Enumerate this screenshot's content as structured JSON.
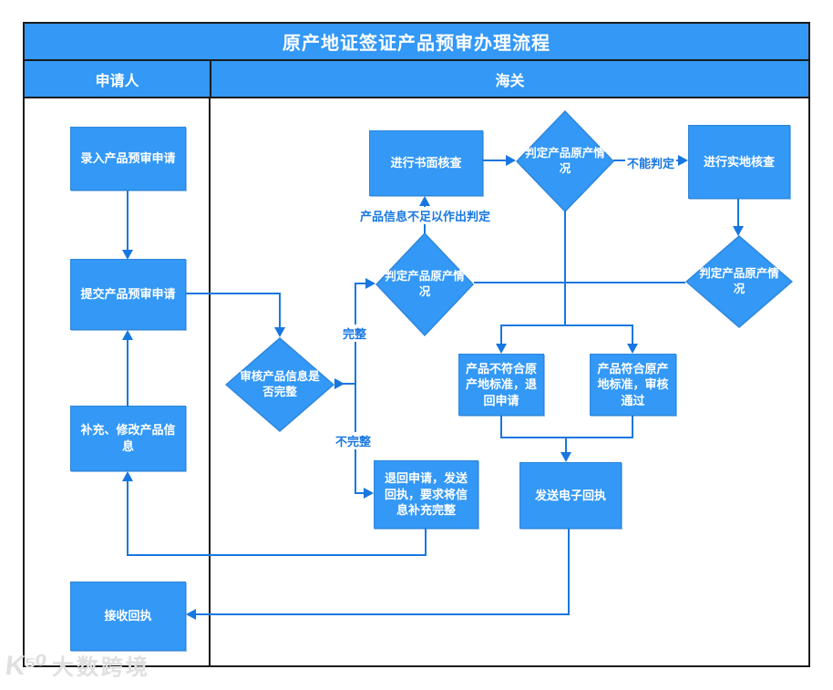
{
  "title": "原产地证签证产品预审办理流程",
  "lanes": {
    "applicant": "申请人",
    "customs": "海关"
  },
  "nodes": {
    "record": "录入产品预审申请",
    "submit": "提交产品预审申请",
    "supplement": "补充、修改产品信息",
    "receive_receipt": "接收回执",
    "check_complete": "审核产品信息是否完整",
    "judge_origin_mid": "判定产品原产情况",
    "paper_check": "进行书面核查",
    "judge_origin_top": "判定产品原产情况",
    "field_check": "进行实地核查",
    "judge_origin_right": "判定产品原产情况",
    "not_meet_standard": "产品不符合原产地标准，退回申请",
    "meet_standard": "产品符合原产地标准，审核通过",
    "return_application": "退回申请，发送回执，要求将信息补充完整",
    "send_e_receipt": "发送电子回执"
  },
  "edge_labels": {
    "complete": "完整",
    "incomplete": "不完整",
    "cannot_determine": "不能判定",
    "insufficient_info": "产品信息不足以作出判定"
  },
  "watermark": {
    "logo": "K⁵⁰",
    "text": "大数跨境"
  },
  "colors": {
    "shape_fill": "#3398F6",
    "shape_border": "#2E86DB",
    "connector": "#1877E0",
    "header_fill": "#3398F6",
    "frame_border": "#1B1B1B",
    "text_on_shape": "#FFFFFF",
    "label_text": "#1877E0"
  }
}
